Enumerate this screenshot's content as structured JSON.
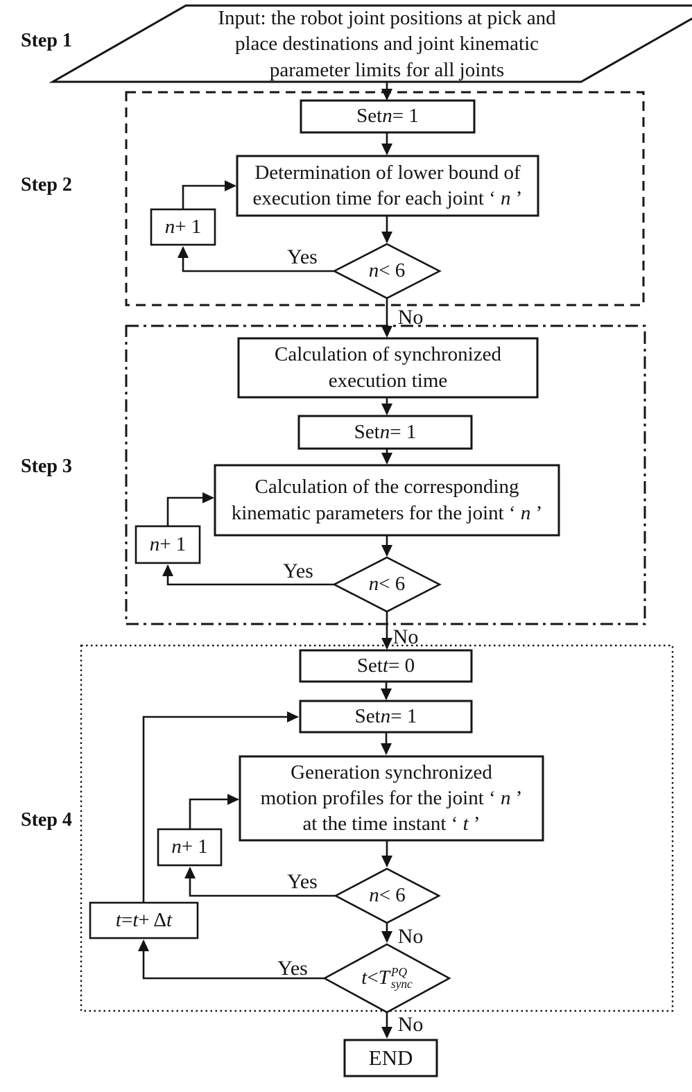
{
  "palette": {
    "ink": "#141414",
    "bg": "#ffffff"
  },
  "step_labels": {
    "s1": "Step 1",
    "s2": "Step 2",
    "s3": "Step 3",
    "s4": "Step 4"
  },
  "branch": {
    "yes": "Yes",
    "no": "No"
  },
  "input_box": {
    "line1": "Input: the robot joint positions at pick and",
    "line2": "place destinations and joint kinematic",
    "line3": "parameter limits for all joints"
  },
  "common": {
    "set_n": [
      {
        "t": "Set ",
        "s": "r"
      },
      {
        "t": "n",
        "s": "i"
      },
      {
        "t": " = 1",
        "s": "r"
      }
    ],
    "n_plus_1": [
      {
        "t": "n",
        "s": "i"
      },
      {
        "t": " + 1",
        "s": "r"
      }
    ],
    "n_lt_6": [
      {
        "t": "n",
        "s": "i"
      },
      {
        "t": " < 6",
        "s": "r"
      }
    ]
  },
  "step2": {
    "determine": {
      "line1": "Determination of lower bound of",
      "line2": [
        {
          "t": "execution time for each joint ‘ ",
          "s": "r"
        },
        {
          "t": "n",
          "s": "i"
        },
        {
          "t": " ’",
          "s": "r"
        }
      ]
    }
  },
  "step3": {
    "calc_sync": {
      "line1": "Calculation of synchronized",
      "line2": "execution time"
    },
    "calc_kin": {
      "line1": "Calculation of the corresponding",
      "line2": [
        {
          "t": "kinematic parameters for the joint ‘ ",
          "s": "r"
        },
        {
          "t": "n",
          "s": "i"
        },
        {
          "t": " ’",
          "s": "r"
        }
      ]
    }
  },
  "step4": {
    "set_t": [
      {
        "t": "Set ",
        "s": "r"
      },
      {
        "t": "t",
        "s": "i"
      },
      {
        "t": " = 0",
        "s": "r"
      }
    ],
    "generate": {
      "line1": "Generation synchronized",
      "line2": [
        {
          "t": "motion profiles for the joint ‘ ",
          "s": "r"
        },
        {
          "t": "n",
          "s": "i"
        },
        {
          "t": " ’",
          "s": "r"
        }
      ],
      "line3": [
        {
          "t": "at the time instant ‘ ",
          "s": "r"
        },
        {
          "t": "t",
          "s": "i"
        },
        {
          "t": " ’",
          "s": "r"
        }
      ]
    },
    "t_update": [
      {
        "t": "t",
        "s": "i"
      },
      {
        "t": " = ",
        "s": "r"
      },
      {
        "t": "t",
        "s": "i"
      },
      {
        "t": " + Δ",
        "s": "r"
      },
      {
        "t": "t",
        "s": "i"
      }
    ],
    "t_cond": [
      {
        "t": "t",
        "s": "i"
      },
      {
        "t": " < ",
        "s": "r"
      },
      {
        "t": "T",
        "s": "i"
      },
      {
        "s": "stack",
        "sup": "PQ",
        "sub": "sync"
      }
    ]
  },
  "end_label": "END"
}
